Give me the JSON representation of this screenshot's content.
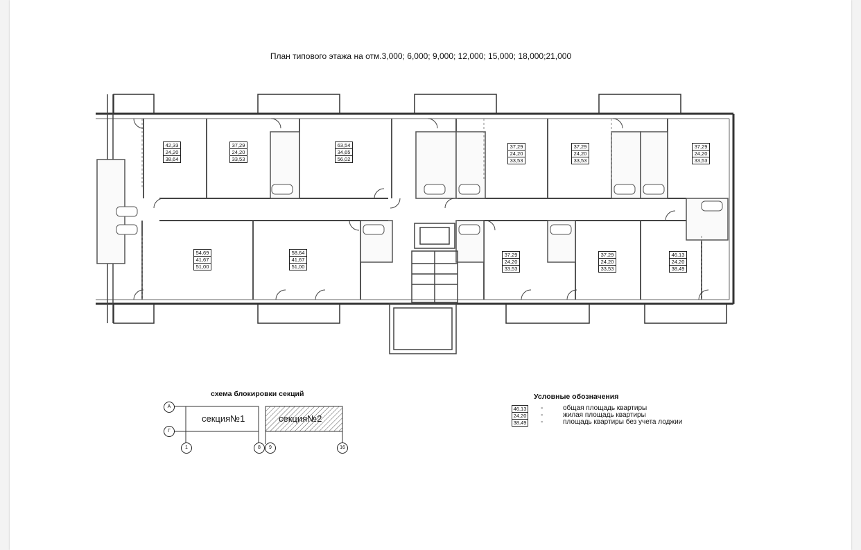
{
  "title": "План типового этажа на отм.3,000; 6,000; 9,000; 12,000; 15,000; 18,000;21,000",
  "apartments": [
    {
      "total": "42,33",
      "living": "24,20",
      "no_loggia": "38,64"
    },
    {
      "total": "37,29",
      "living": "24,20",
      "no_loggia": "33,53"
    },
    {
      "total": "63,54",
      "living": "34,65",
      "no_loggia": "56,02"
    },
    {
      "total": "37,29",
      "living": "24,20",
      "no_loggia": "33,53"
    },
    {
      "total": "37,29",
      "living": "24,20",
      "no_loggia": "33,53"
    },
    {
      "total": "37,29",
      "living": "24,20",
      "no_loggia": "33,53"
    },
    {
      "total": "54,69",
      "living": "41,67",
      "no_loggia": "51,00"
    },
    {
      "total": "58,64",
      "living": "41,67",
      "no_loggia": "51,00"
    },
    {
      "total": "37,29",
      "living": "24,20",
      "no_loggia": "33,53"
    },
    {
      "total": "37,29",
      "living": "24,20",
      "no_loggia": "33,53"
    },
    {
      "total": "46,13",
      "living": "24,20",
      "no_loggia": "38,49"
    }
  ],
  "scheme": {
    "title": "схема блокировки секций",
    "section1": "секция№1",
    "section2": "секция№2",
    "axis_a": "А",
    "axis_g": "Г",
    "axis_1": "1",
    "axis_8": "8",
    "axis_9": "9",
    "axis_16": "16"
  },
  "legend": {
    "title": "Условные обозначения",
    "items": [
      {
        "value": "46,13",
        "dash": "-",
        "text": "общая площадь квартиры"
      },
      {
        "value": "24,20",
        "dash": "-",
        "text": "жилая площадь квартиры"
      },
      {
        "value": "38,49",
        "dash": "-",
        "text": "площадь квартиры без учета лоджии"
      }
    ]
  }
}
